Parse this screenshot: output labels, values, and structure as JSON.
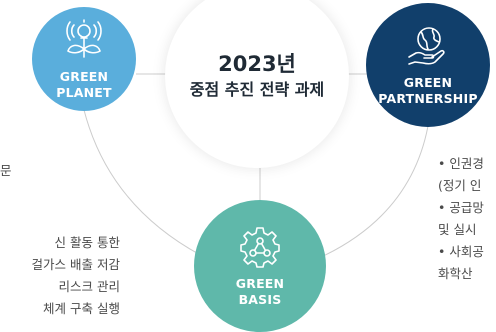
{
  "center": {
    "year": "2023년",
    "title": "중점 추진 전략 과제"
  },
  "nodes": {
    "planet": {
      "line1": "GREEN",
      "line2": "PLANET"
    },
    "partner": {
      "line1": "GREEN",
      "line2": "PARTNERSHIP"
    },
    "basis": {
      "line1": "GREEN",
      "line2": "BASIS"
    }
  },
  "left_text": {
    "fragment": "문",
    "items": [
      "신 활동 통한",
      "걸가스 배출 저감",
      "리스크 관리",
      "체계 구축 실행"
    ]
  },
  "right_text": {
    "items": [
      "• 인권경",
      "(정기 인",
      "• 공급망",
      "및 실시",
      "• 사회공",
      "화학산"
    ]
  },
  "colors": {
    "planet": "#5aaedc",
    "partner": "#113f6b",
    "basis": "#5fb8aa",
    "line": "#cccccc"
  }
}
